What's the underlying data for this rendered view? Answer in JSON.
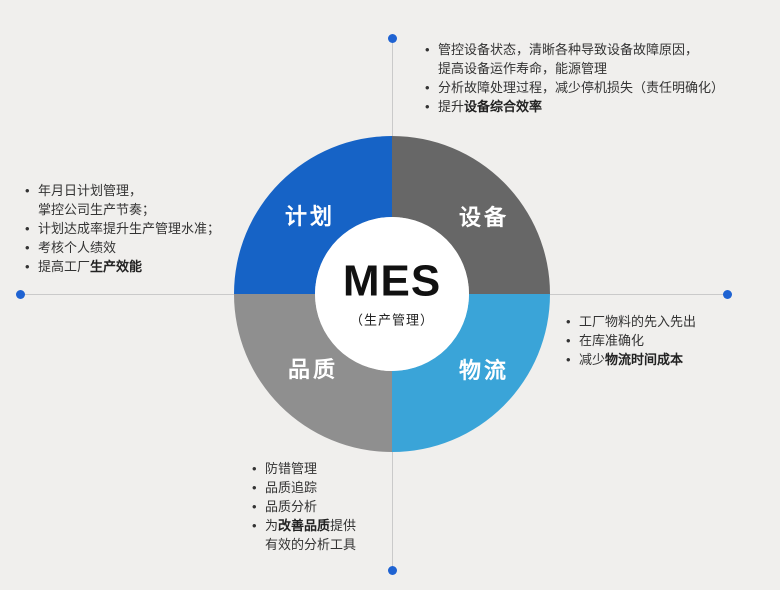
{
  "center": {
    "title": "MES",
    "subtitle": "（生产管理）"
  },
  "wheel": {
    "segments": [
      {
        "id": "plan",
        "label": "计划",
        "color": "#1663C6"
      },
      {
        "id": "equipment",
        "label": "设备",
        "color": "#676767"
      },
      {
        "id": "quality",
        "label": "品质",
        "color": "#8F8F8F"
      },
      {
        "id": "logistics",
        "label": "物流",
        "color": "#3AA4D8"
      }
    ]
  },
  "colors": {
    "background": "#F0EFED",
    "axis_line": "#CACACA",
    "axis_dot": "#1F63D2",
    "center_circle": "#FFFFFF"
  },
  "panels": {
    "equipment": {
      "items": [
        {
          "line1": "管控设备状态，清晰各种导致设备故障原因，",
          "line2": "提高设备运作寿命，能源管理"
        },
        {
          "line1": "分析故障处理过程，减少停机损失（责任明确化）"
        },
        {
          "pre": "提升",
          "bold": "设备综合效率"
        }
      ]
    },
    "plan": {
      "items": [
        {
          "line1": "年月日计划管理，",
          "line2": "掌控公司生产节奏；"
        },
        {
          "line1": "计划达成率提升生产管理水准；"
        },
        {
          "line1": "考核个人绩效"
        },
        {
          "pre": "提高工厂",
          "bold": "生产效能"
        }
      ]
    },
    "logistics": {
      "items": [
        {
          "line1": "工厂物料的先入先出"
        },
        {
          "line1": "在库准确化"
        },
        {
          "pre": "减少",
          "bold": "物流时间成本"
        }
      ]
    },
    "quality": {
      "items": [
        {
          "line1": "防错管理"
        },
        {
          "line1": "品质追踪"
        },
        {
          "line1": "品质分析"
        },
        {
          "pre": "为",
          "bold": "改善品质",
          "mid": "提供",
          "line2": "有效的分析工具"
        }
      ]
    }
  }
}
